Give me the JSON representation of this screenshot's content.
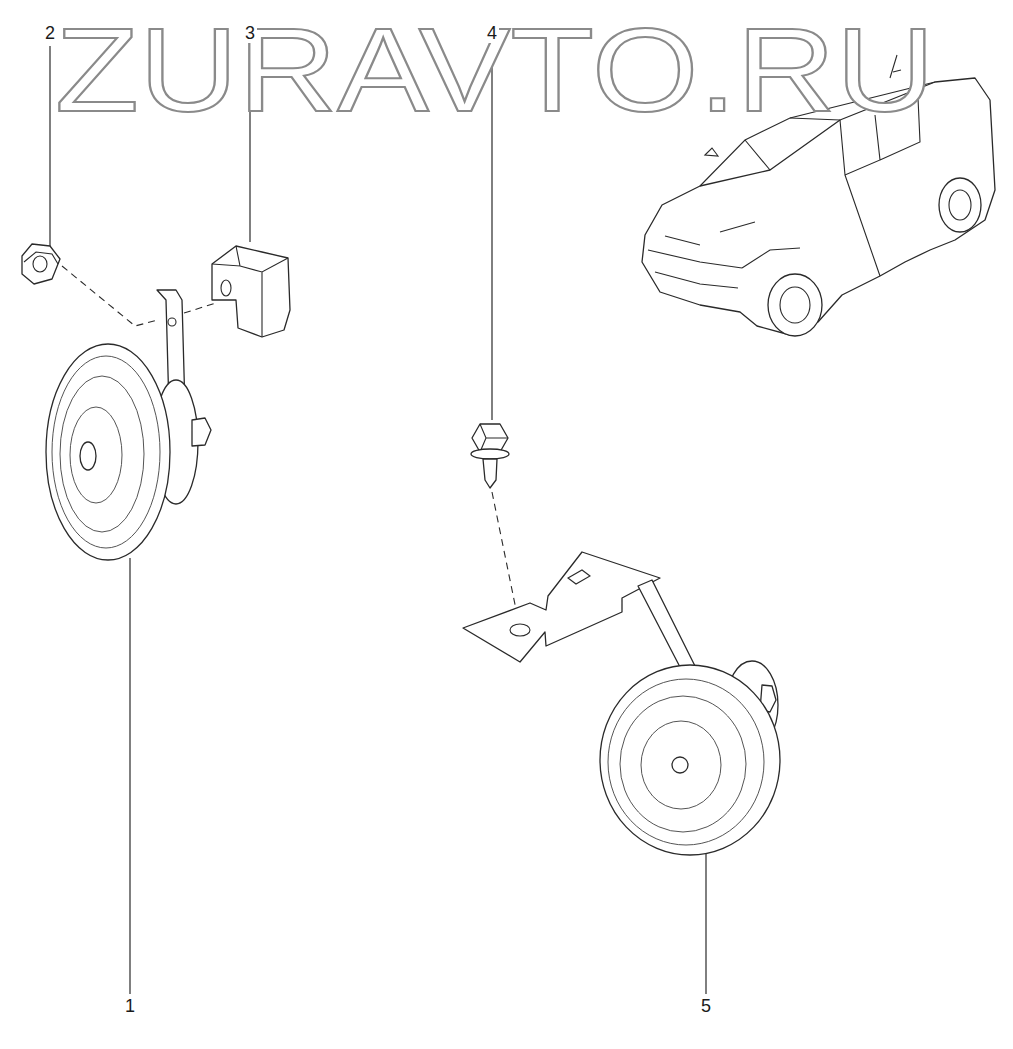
{
  "diagram": {
    "labels": [
      "2",
      "3",
      "4",
      "ZURAVTO.RU",
      "1",
      "5"
    ]
  }
}
